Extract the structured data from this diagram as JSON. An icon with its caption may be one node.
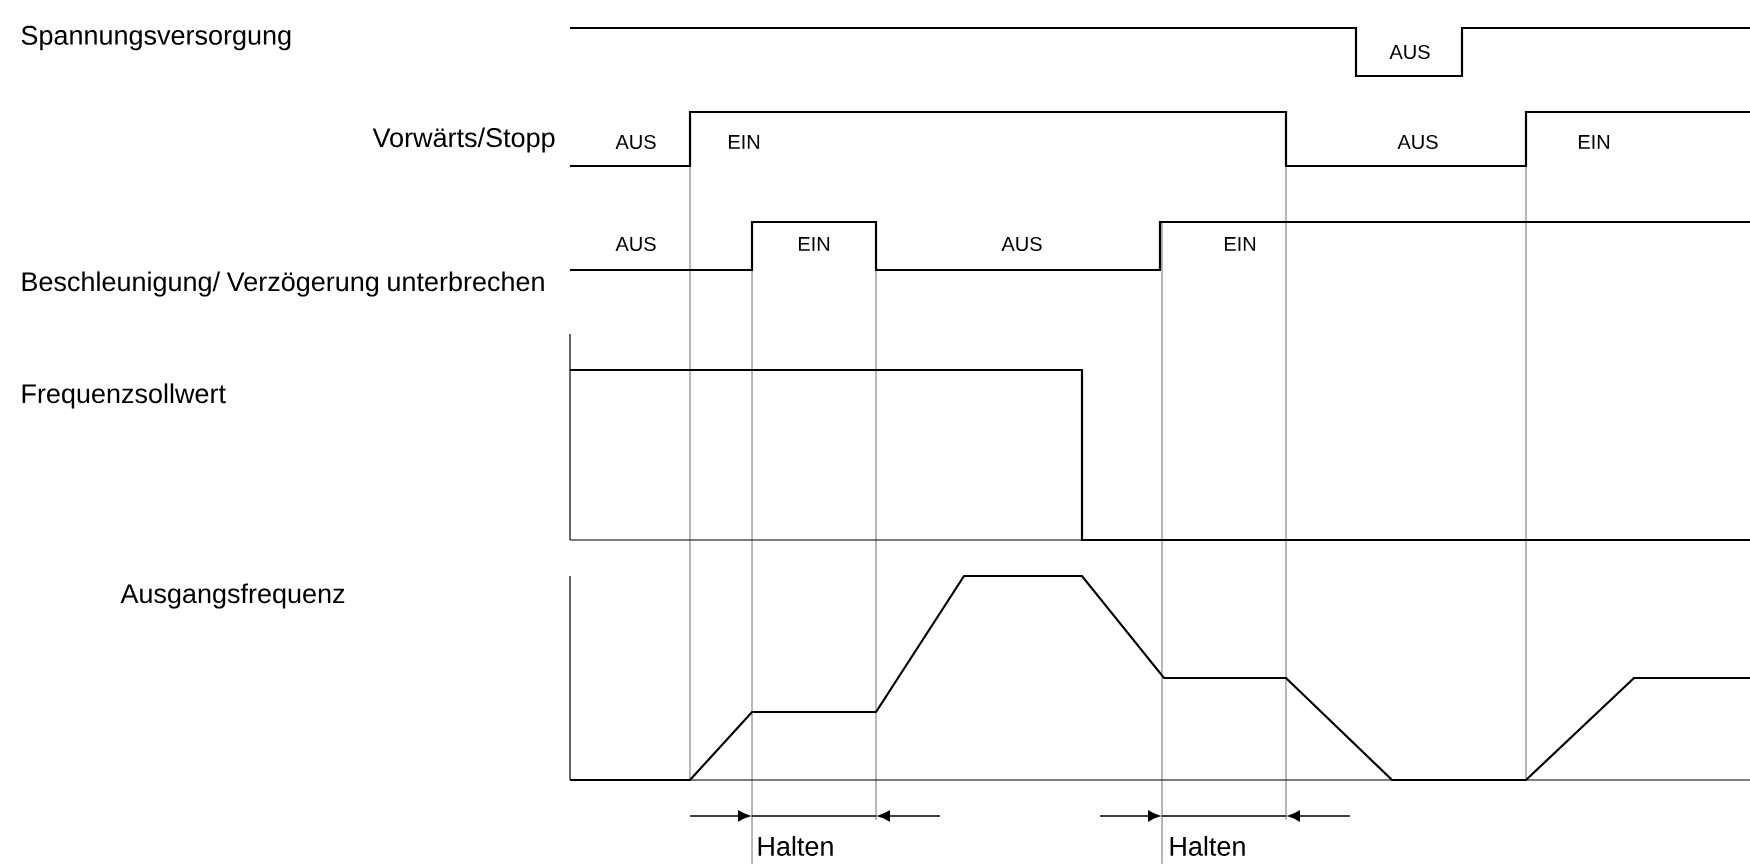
{
  "diagram": {
    "labels": [
      "Spannungsversorgung",
      "AUS",
      "Vorwärts/Stopp",
      "AUS",
      "EIN",
      "AUS",
      "EIN",
      "Beschleunigung/ Verzögerung unterbrechen",
      "AUS",
      "EIN",
      "AUS",
      "EIN",
      "Frequenzsollwert",
      "Ausgangsfrequenz",
      "Halten",
      "Halten"
    ]
  }
}
